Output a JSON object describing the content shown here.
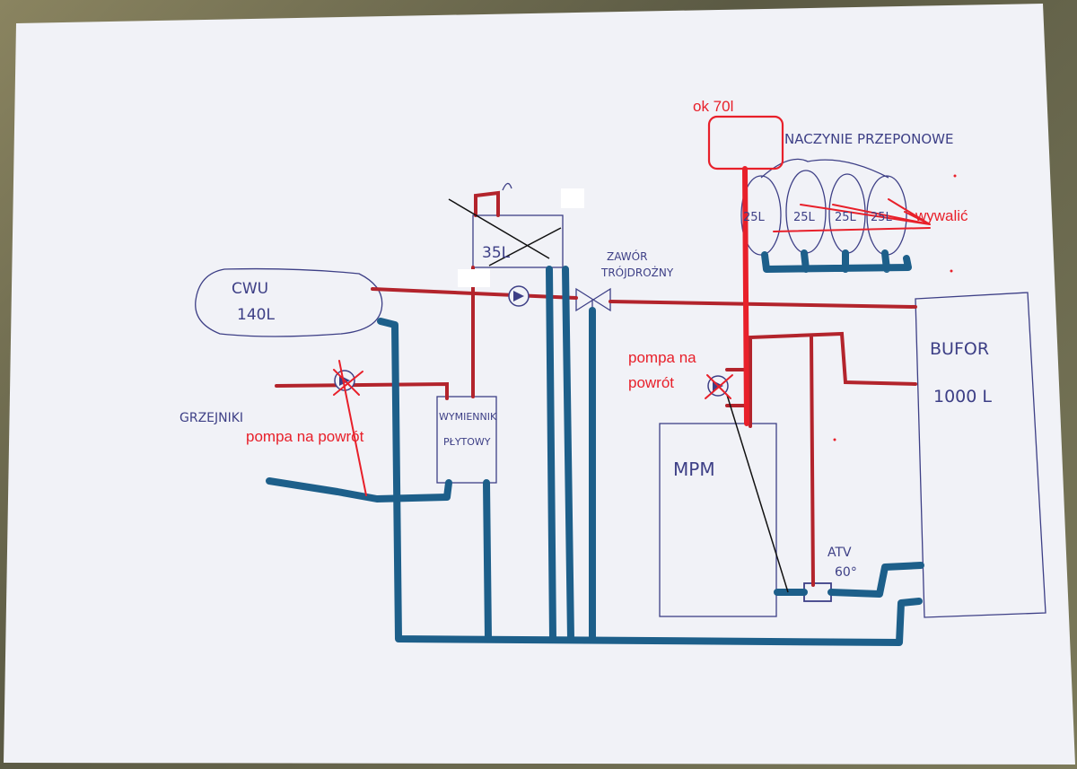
{
  "labels": {
    "cwu_line1": "CWU",
    "cwu_line2": "140L",
    "tank_small": "35L",
    "valve_line1": "ZAWÓR",
    "valve_line2": "TRÓJDROŻNY",
    "grzejniki": "GRZEJNIKI",
    "exchanger_line1": "WYMIENNIK",
    "exchanger_line2": "PŁYTOWY",
    "vessels_title": "NACZYNIE PRZEPONOWE",
    "vessel_1": "25L",
    "vessel_2": "25L",
    "vessel_3": "25L",
    "vessel_4": "25L",
    "bufor_line1": "BUFOR",
    "bufor_line2": "1000 L",
    "mpm": "MPM",
    "atv_line1": "ATV",
    "atv_line2": "60°"
  },
  "annotations": {
    "ok70": "ok 70l",
    "wywalic": "wywalić",
    "pompa_powrot_right_line1": "pompa na",
    "pompa_powrot_right_line2": "powrót",
    "pompa_powrot_left": "pompa na powrót"
  },
  "colors": {
    "paper": "#f1f2f7",
    "pen_blue": "#3d3f86",
    "supply_red": "#b3242c",
    "return_blue": "#1d5f8a",
    "annotation_red": "#e8202a"
  }
}
